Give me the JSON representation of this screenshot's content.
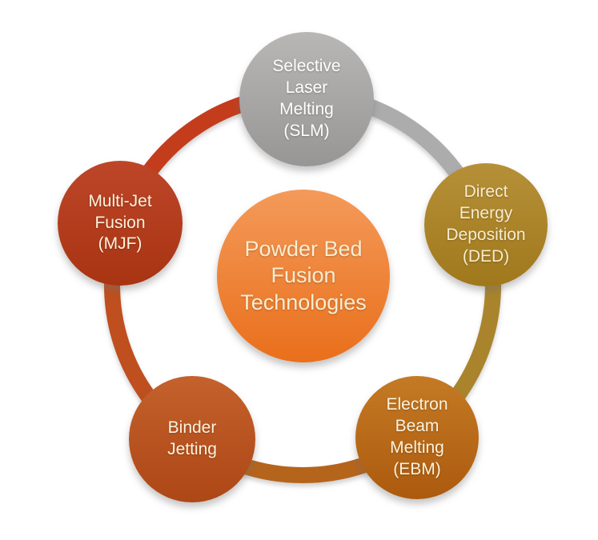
{
  "background": "#ffffff",
  "diagram": {
    "center": {
      "label_lines": [
        "Powder Bed",
        "Fusion",
        "Technologies"
      ],
      "color_top": "#F49A5A",
      "color_bottom": "#E96F1B",
      "text_color": "#F8EDD2"
    },
    "nodes": {
      "slm": {
        "label_lines": [
          "Selective",
          "Laser",
          "Melting",
          "(SLM)"
        ],
        "color_top": "#B8B7B6",
        "color_bottom": "#979695",
        "text_color": "#FFFFFF"
      },
      "ded": {
        "label_lines": [
          "Direct",
          "Energy",
          "Deposition",
          "(DED)"
        ],
        "color_top": "#B69038",
        "color_bottom": "#A0781C",
        "text_color": "#F6ECCE"
      },
      "ebm": {
        "label_lines": [
          "Electron",
          "Beam",
          "Melting",
          "(EBM)"
        ],
        "color_top": "#C47A24",
        "color_bottom": "#AC5A0E",
        "text_color": "#FBF3DE"
      },
      "binder": {
        "label_lines": [
          "Binder",
          "Jetting"
        ],
        "color_top": "#C4612C",
        "color_bottom": "#AD4716",
        "text_color": "#FBF3DE"
      },
      "mjf": {
        "label_lines": [
          "Multi-Jet",
          "Fusion",
          "(MJF)"
        ],
        "color_top": "#BD4629",
        "color_bottom": "#A83412",
        "text_color": "#FBF3DE"
      }
    },
    "ring_arcs": {
      "mjf_slm": {
        "from": "mjf",
        "to": "slm",
        "color": "#C33D1D"
      },
      "slm_ded": {
        "from": "slm",
        "to": "ded",
        "color": "#ACACAC"
      },
      "ded_ebm": {
        "from": "ded",
        "to": "ebm",
        "color": "#A9842C"
      },
      "ebm_binder": {
        "from": "ebm",
        "to": "binder",
        "color": "#B5641C"
      },
      "binder_mjf": {
        "from": "binder",
        "to": "mjf",
        "color": "#BF4F1F"
      }
    }
  }
}
